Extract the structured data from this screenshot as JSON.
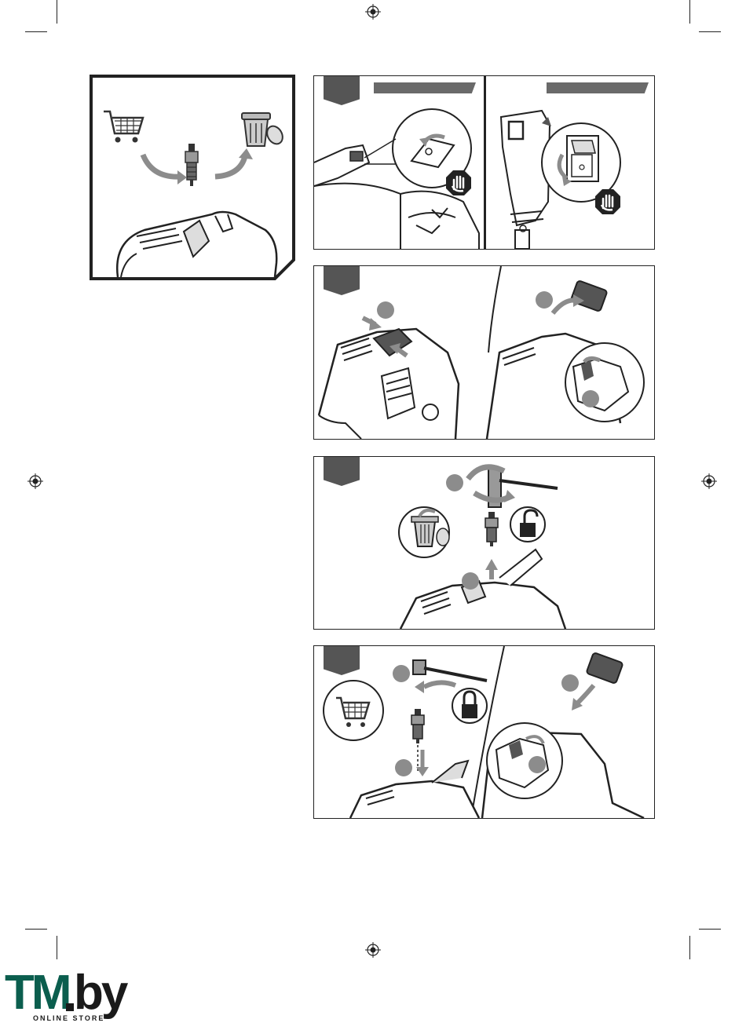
{
  "logo": {
    "main": "TM",
    "dot": ".",
    "suffix": "by",
    "tagline": "ONLINE STORE"
  },
  "colors": {
    "tab": "#555555",
    "arrow": "#8c8c8c",
    "line": "#222222",
    "brand": "#0b5e4e"
  },
  "intro_panel": {
    "icons": [
      "shopping-cart-icon",
      "spark-plug-icon",
      "trash-bin-icon",
      "arrow-icon"
    ]
  },
  "steps": [
    {
      "icons": [
        "stop-hand-icon",
        "switch-icon",
        "rotate-arrow-icon"
      ]
    },
    {
      "icons": [
        "engine-cover-icon",
        "arrow-icon",
        "number-circle-icon"
      ]
    },
    {
      "icons": [
        "plug-wrench-icon",
        "trash-bin-icon",
        "unlock-icon",
        "spark-plug-icon"
      ]
    },
    {
      "icons": [
        "plug-wrench-icon",
        "lock-icon",
        "shopping-cart-icon",
        "spark-plug-icon"
      ]
    }
  ]
}
